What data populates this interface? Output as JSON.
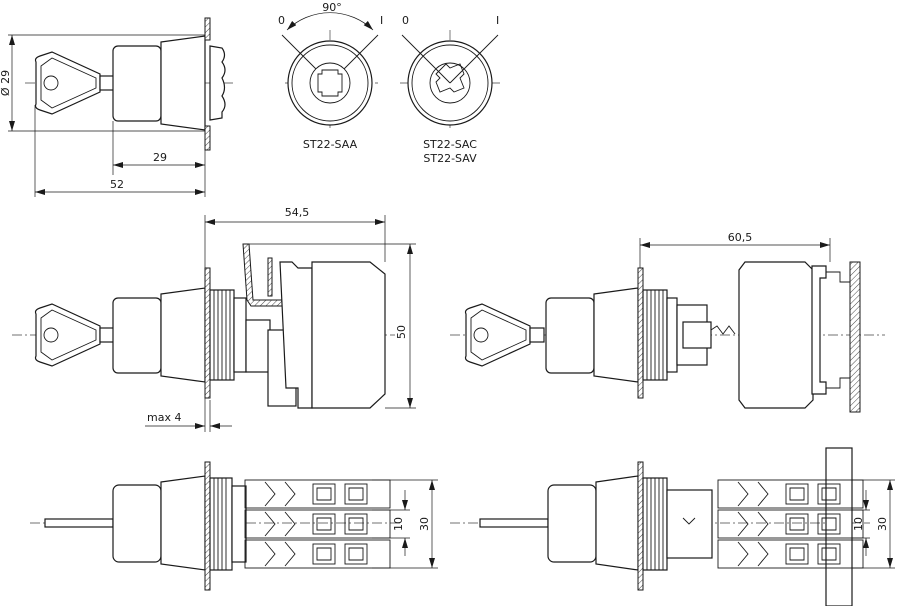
{
  "top_view": {
    "dia_label": "Ø 29",
    "len_29": "29",
    "len_52": "52"
  },
  "front_views": {
    "angle_label": "90°",
    "saa": {
      "pos0": "0",
      "pos1": "I",
      "model": "ST22-SAA"
    },
    "sac": {
      "pos0": "0",
      "pos1": "I",
      "models": [
        "ST22-SAC",
        "ST22-SAV"
      ]
    }
  },
  "side_left": {
    "depth_label": "54,5",
    "height_label": "50",
    "panel_label": "max 4"
  },
  "side_right": {
    "depth_label": "60,5"
  },
  "bottom_left": {
    "pitch_label": "10",
    "width_label": "30"
  },
  "bottom_right": {
    "pitch_label": "10",
    "width_label": "30"
  }
}
